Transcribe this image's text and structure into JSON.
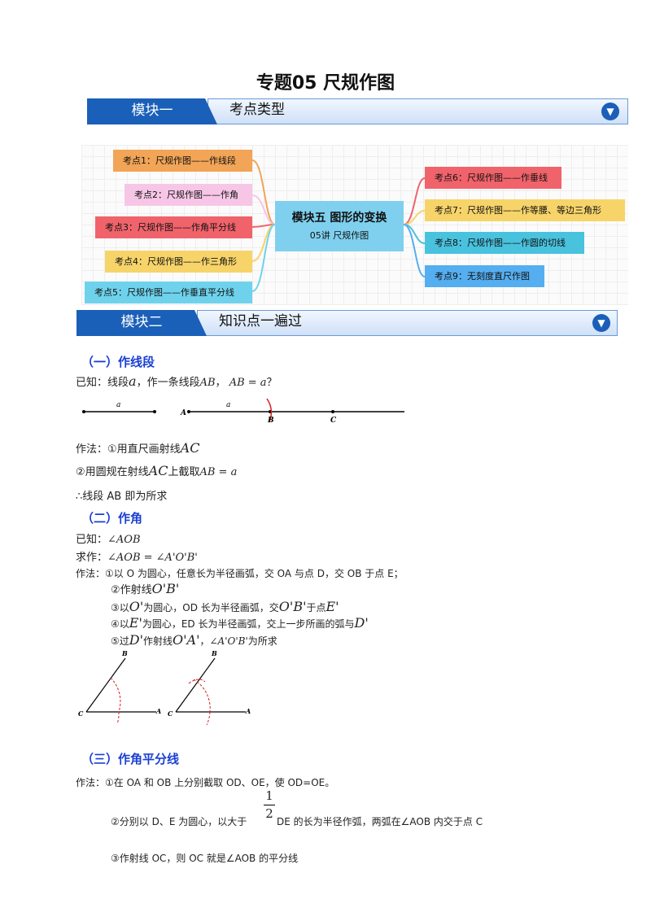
{
  "title": "专题05  尺规作图",
  "module1": {
    "tag": "模块一",
    "title": "考点类型"
  },
  "module2": {
    "tag": "模块二",
    "title": "知识点一遍过"
  },
  "mindmap": {
    "center_title": "模块五  图形的变换",
    "center_sub": "05讲  尺规作图",
    "left_nodes": [
      {
        "label": "考点1：尺规作图——作线段",
        "color": "#f2a457"
      },
      {
        "label": "考点2：尺规作图——作角",
        "color": "#f7c6e6"
      },
      {
        "label": "考点3：尺规作图——作角平分线",
        "color": "#f0636b"
      },
      {
        "label": "考点4：尺规作图——作三角形",
        "color": "#f7d46a"
      },
      {
        "label": "考点5：尺规作图——作垂直平分线",
        "color": "#6fd2ec"
      }
    ],
    "right_nodes": [
      {
        "label": "考点6：尺规作图——作垂线",
        "color": "#f0636b"
      },
      {
        "label": "考点7：尺规作图——作等腰、等边三角形",
        "color": "#f7d46a"
      },
      {
        "label": "考点8：尺规作图——作圆的切线",
        "color": "#49c2de"
      },
      {
        "label": "考点9：无刻度直尺作图",
        "color": "#55aef0"
      }
    ]
  },
  "s1": {
    "heading": "（一）作线段",
    "given_prefix": "已知：线段",
    "given_a": "a",
    "given_mid": "，作一条线段",
    "given_AB": "AB",
    "given_sep": "，",
    "given_eq": "AB = a",
    "given_q": "？",
    "fig_a_left": "a",
    "fig_a_right": "a",
    "fig_A": "A",
    "fig_B": "B",
    "fig_C": "C",
    "step1_prefix": "作法：①用直尺画射线",
    "step1_math": "AC",
    "step2_prefix": "②用圆规在射线",
    "step2_math": "AC",
    "step2_mid": "上截取",
    "step2_eq": "AB = a",
    "conclusion": "∴线段 AB 即为所求"
  },
  "s2": {
    "heading": "（二）作角",
    "given_prefix": "已知：",
    "given_math": "∠AOB",
    "ask_prefix": "求作：",
    "ask_math": "∠AOB = ∠A'O'B'",
    "m1": "作法：①以 O 为圆心，任意长为半径画弧，交 OA 与点 D，交 OB 于点 E；",
    "m2_prefix": "②作射线",
    "m2_math": "O'B'",
    "m3_prefix": "③以",
    "m3_o": "O'",
    "m3_mid": "为圆心，OD 长为半径画弧，交",
    "m3_ob": "O'B'",
    "m3_mid2": "于点",
    "m3_e": "E'",
    "m4_prefix": "④以",
    "m4_e": "E'",
    "m4_mid": "为圆心，ED 长为半径画弧，交上一步所画的弧与",
    "m4_d": "D'",
    "m5_prefix": "⑤过",
    "m5_d": "D'",
    "m5_mid": "作射线",
    "m5_oa": "O'A'",
    "m5_sep": "，",
    "m5_ang": "∠A'O'B'",
    "m5_end": "为所求",
    "fig_B": "B",
    "fig_C": "C",
    "fig_A": "A"
  },
  "s3": {
    "heading": "（三）作角平分线",
    "m1": "作法：①在 OA 和 OB 上分别截取 OD、OE，使 OD=OE。",
    "frac_num": "1",
    "frac_den": "2",
    "m2_prefix": "②分别以 D、E 为圆心，以大于",
    "m2_suffix": "DE 的长为半径作弧，两弧在∠AOB 内交于点 C",
    "m3": "③作射线 OC，则 OC 就是∠AOB 的平分线"
  }
}
